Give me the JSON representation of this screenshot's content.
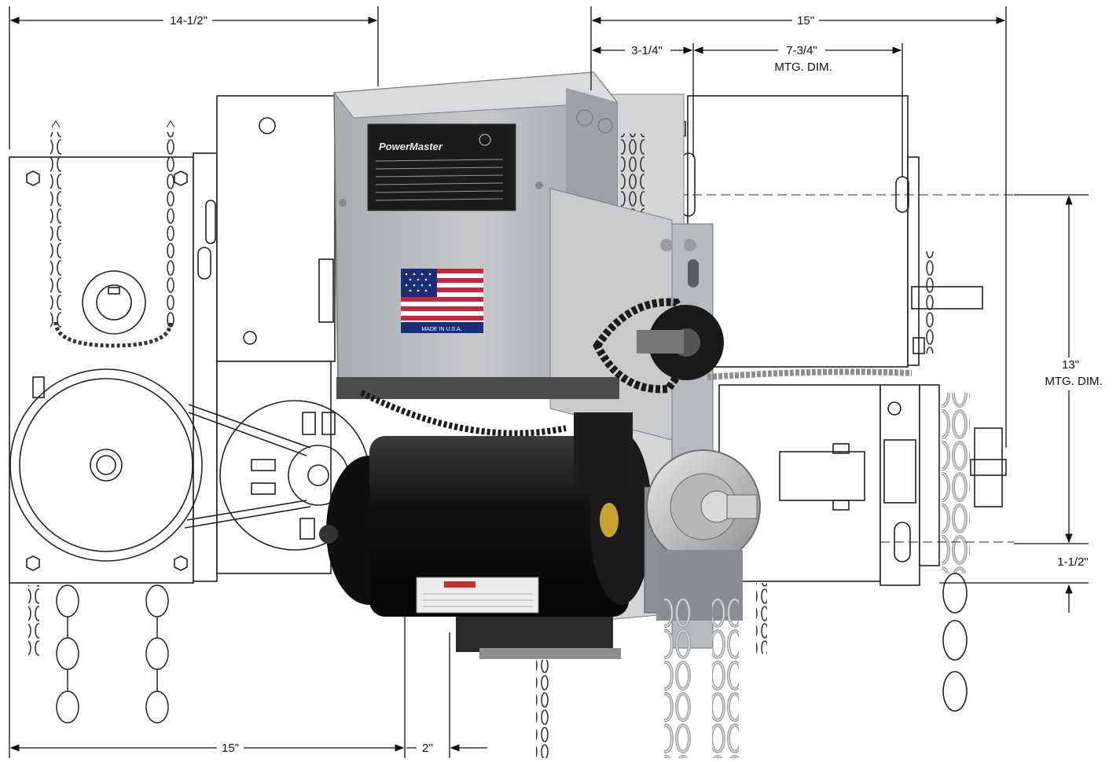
{
  "dimensions": {
    "top_left_width": "14-1/2\"",
    "top_right_width": "15\"",
    "offset_3_1_4": "3-1/4\"",
    "mtg_7_3_4": "7-3/4\"",
    "mtg_7_3_4_caption": "MTG. DIM.",
    "height_13": "13\"",
    "height_13_caption": "MTG. DIM.",
    "offset_1_1_2": "1-1/2\"",
    "bottom_15": "15\"",
    "bottom_2": "2\""
  },
  "label_plate": {
    "brand": "PowerMaster"
  },
  "flag": {
    "caption": "MADE IN U.S.A."
  },
  "colors": {
    "housing": "#b9bbbd",
    "housing_dark": "#8e9194",
    "motor": "#141414",
    "plate": "#1c1c1c",
    "line": "#222222"
  }
}
